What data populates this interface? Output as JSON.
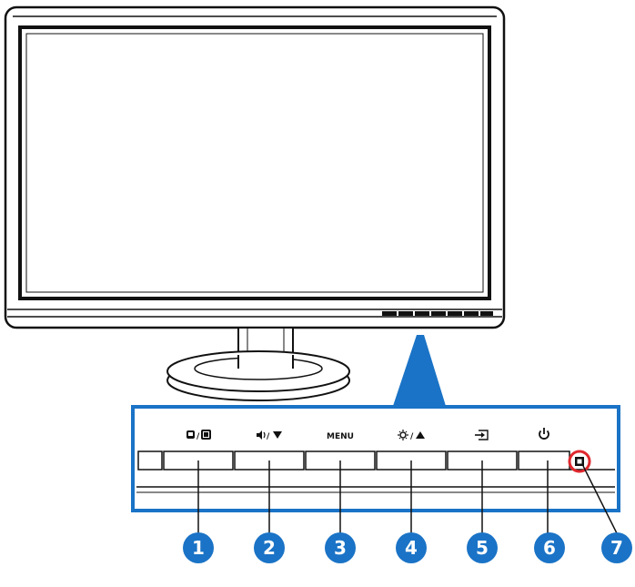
{
  "colors": {
    "outline": "#111111",
    "accent_blue": "#1a73c6",
    "callout_red": "#e0282e",
    "background": "#ffffff"
  },
  "panel": {
    "buttons": [
      {
        "label": "",
        "icon": "input-source-and-splendid-icon"
      },
      {
        "label": "",
        "icon": "volume-down-icon"
      },
      {
        "label": "MENU",
        "icon": ""
      },
      {
        "label": "",
        "icon": "brightness-up-icon"
      },
      {
        "label": "",
        "icon": "input-select-icon"
      },
      {
        "label": "",
        "icon": "power-icon"
      }
    ],
    "indicator": {
      "icon": "power-indicator-icon"
    }
  },
  "callouts": [
    "1",
    "2",
    "3",
    "4",
    "5",
    "6",
    "7"
  ]
}
